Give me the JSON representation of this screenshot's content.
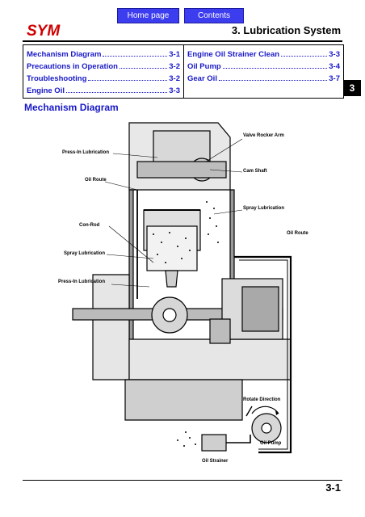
{
  "nav": {
    "home_label": "Home page",
    "contents_label": "Contents"
  },
  "header": {
    "logo_text": "SYM",
    "chapter_title": "3. Lubrication System",
    "tab_number": "3"
  },
  "toc": {
    "left": [
      {
        "label": "Mechanism Diagram",
        "page": "3-1"
      },
      {
        "label": "Precautions in Operation",
        "page": "3-2"
      },
      {
        "label": "Troubleshooting",
        "page": "3-2"
      },
      {
        "label": "Engine Oil",
        "page": "3-3"
      }
    ],
    "right": [
      {
        "label": "Engine Oil Strainer Clean",
        "page": "3-3"
      },
      {
        "label": "Oil Pump",
        "page": "3-4"
      },
      {
        "label": "Gear Oil",
        "page": "3-7"
      }
    ]
  },
  "section_title": "Mechanism Diagram",
  "diagram": {
    "labels": {
      "valve_rocker_arm": "Valve Rocker Arm",
      "press_in_top": "Press-In Lubrication",
      "cam_shaft": "Cam Shaft",
      "oil_route_left": "Oil Route",
      "spray_right": "Spray Lubrication",
      "con_rod": "Con-Rod",
      "oil_route_right": "Oil Route",
      "spray_left": "Spray Lubrication",
      "press_in_bottom": "Press-In Lubrication",
      "rotate_direction": "Rotate Direction",
      "oil_pump": "Oil Pump",
      "oil_strainer": "Oil Strainer"
    }
  },
  "footer": {
    "page_number": "3-1"
  },
  "colors": {
    "link": "#1818c8",
    "button": "#3d3df0"
  }
}
